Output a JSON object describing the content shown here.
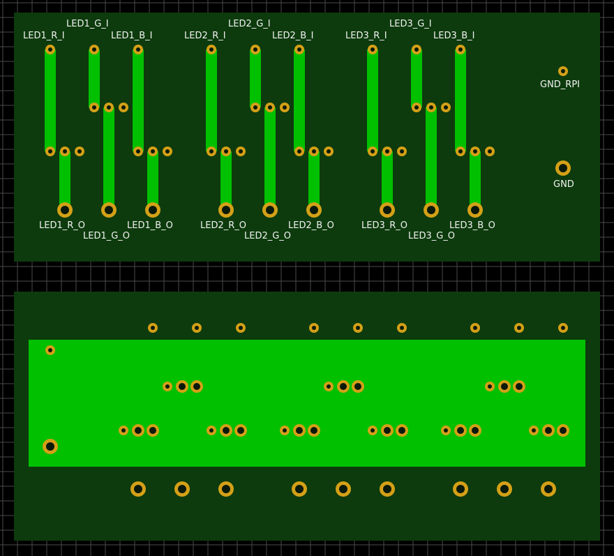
{
  "colors": {
    "background": "#000000",
    "grid_line": "#4a4a4a",
    "board": "#0d3b0d",
    "copper": "#00c000",
    "pad": "#d4a017",
    "hole": "#0a1a0a"
  },
  "top_board": {
    "labels": {
      "led1_r_i": "LED1_R_I",
      "led1_g_i": "LED1_G_I",
      "led1_b_i": "LED1_B_I",
      "led2_r_i": "LED2_R_I",
      "led2_g_i": "LED2_G_I",
      "led2_b_i": "LED2_B_I",
      "led3_r_i": "LED3_R_I",
      "led3_g_i": "LED3_G_I",
      "led3_b_i": "LED3_B_I",
      "gnd_rpi": "GND_RPI",
      "led1_r_o": "LED1_R_O",
      "led1_g_o": "LED1_G_O",
      "led1_b_o": "LED1_B_O",
      "led2_r_o": "LED2_R_O",
      "led2_g_o": "LED2_G_O",
      "led2_b_o": "LED2_B_O",
      "led3_r_o": "LED3_R_O",
      "led3_g_o": "LED3_G_O",
      "led3_b_o": "LED3_B_O",
      "gnd": "GND"
    }
  }
}
